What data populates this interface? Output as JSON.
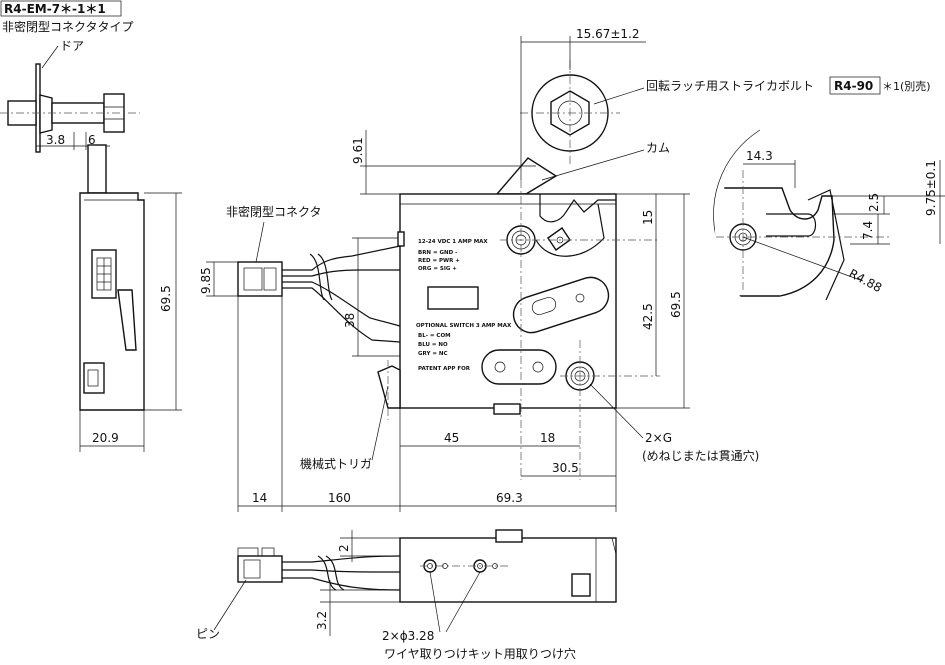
{
  "model_box": "R4-EM-7＊-1＊1",
  "labels": {
    "connector_type": "非密閉型コネクタタイプ",
    "door": "ドア",
    "connector": "非密閉型コネクタ",
    "striker": "回転ラッチ用ストライカボルト",
    "striker_model": "R4-90",
    "striker_note": "＊1(別売)",
    "cam": "カム",
    "trigger": "機械式トリガ",
    "holes": "2×G",
    "holes_note": "(めねじまたは貫通穴)",
    "pin": "ピン",
    "wire_holes": "2×ϕ3.28",
    "wire_holes_note": "ワイヤ取りつけキット用取りつけ穴"
  },
  "dims": {
    "d3_8": "3.8",
    "d6": "6",
    "d69_5_left": "69.5",
    "d20_9": "20.9",
    "d15_67": "15.67±1.2",
    "d9_61": "9.61",
    "d9_85": "9.85",
    "d38": "38",
    "d14": "14",
    "d160": "160",
    "d69_3": "69.3",
    "d45": "45",
    "d18": "18",
    "d30_5": "30.5",
    "d15": "15",
    "d42_5": "42.5",
    "d69_5_right": "69.5",
    "d14_3": "14.3",
    "d9_75": "9.75±0.1",
    "d2_5": "2.5",
    "d7_4": "7.4",
    "dR4_88": "R4.88",
    "d2": "2",
    "d3_2": "3.2"
  },
  "plate_text": {
    "l1": "12-24 VDC 1 AMP MAX",
    "l2": "BRN = GND  -",
    "l3": "RED = PWR  +",
    "l4": "ORG = SIG  +",
    "l5": "OPTIONAL SWITCH 3 AMP  MAX",
    "l6": "BL- = COM",
    "l7": "BLU = NO",
    "l8": "GRY = NC",
    "l9": "PATENT APP FOR"
  }
}
